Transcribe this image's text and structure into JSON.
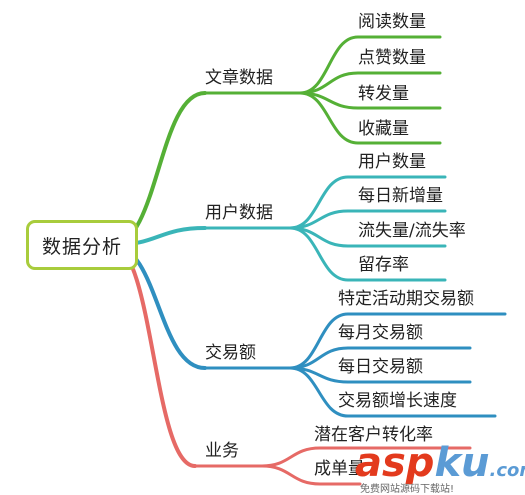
{
  "root": "数据分析",
  "branches": [
    {
      "label": "文章数据",
      "color": "#55b036",
      "children": [
        "阅读数量",
        "点赞数量",
        "转发量",
        "收藏量"
      ]
    },
    {
      "label": "用户数据",
      "color": "#3ab5b8",
      "children": [
        "用户数量",
        "每日新增量",
        "流失量/流失率",
        "留存率"
      ]
    },
    {
      "label": "交易额",
      "color": "#2f8fc0",
      "children": [
        "特定活动期交易额",
        "每月交易额",
        "每日交易额",
        "交易额增长速度"
      ]
    },
    {
      "label": "业务",
      "color": "#e66a66",
      "children": [
        "潜在客户转化率",
        "成单量"
      ]
    }
  ],
  "watermark": {
    "brand_a": "asp",
    "brand_b": "ku",
    "tld": ".com",
    "tagline": "免费网站源码下载站!"
  }
}
